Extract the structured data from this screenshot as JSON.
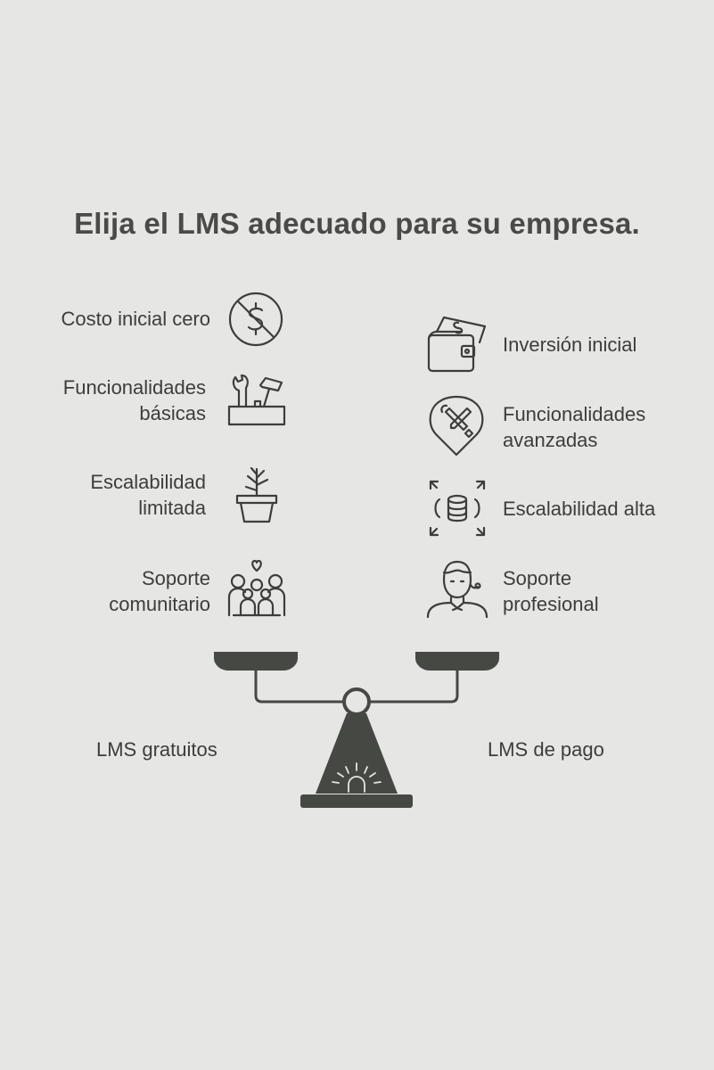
{
  "title": "Elija el LMS adecuado para su empresa.",
  "left_side": {
    "label": "LMS gratuitos",
    "items": [
      {
        "lines": [
          "Costo inicial cero"
        ],
        "icon": "no-dollar-icon"
      },
      {
        "lines": [
          "Funcionalidades",
          "básicas"
        ],
        "icon": "toolbox-icon"
      },
      {
        "lines": [
          "Escalabilidad",
          "limitada"
        ],
        "icon": "plant-pot-icon"
      },
      {
        "lines": [
          "Soporte",
          "comunitario"
        ],
        "icon": "community-icon"
      }
    ]
  },
  "right_side": {
    "label": "LMS de pago",
    "items": [
      {
        "lines": [
          "Inversión inicial"
        ],
        "icon": "wallet-icon"
      },
      {
        "lines": [
          "Funcionalidades",
          "avanzadas"
        ],
        "icon": "tools-pin-icon"
      },
      {
        "lines": [
          "Escalabilidad alta"
        ],
        "icon": "database-expand-icon"
      },
      {
        "lines": [
          "Soporte",
          "profesional"
        ],
        "icon": "support-agent-icon"
      }
    ]
  },
  "colors": {
    "background": "#e6e6e4",
    "ink": "#3d3d3a",
    "scale": "#464843"
  }
}
